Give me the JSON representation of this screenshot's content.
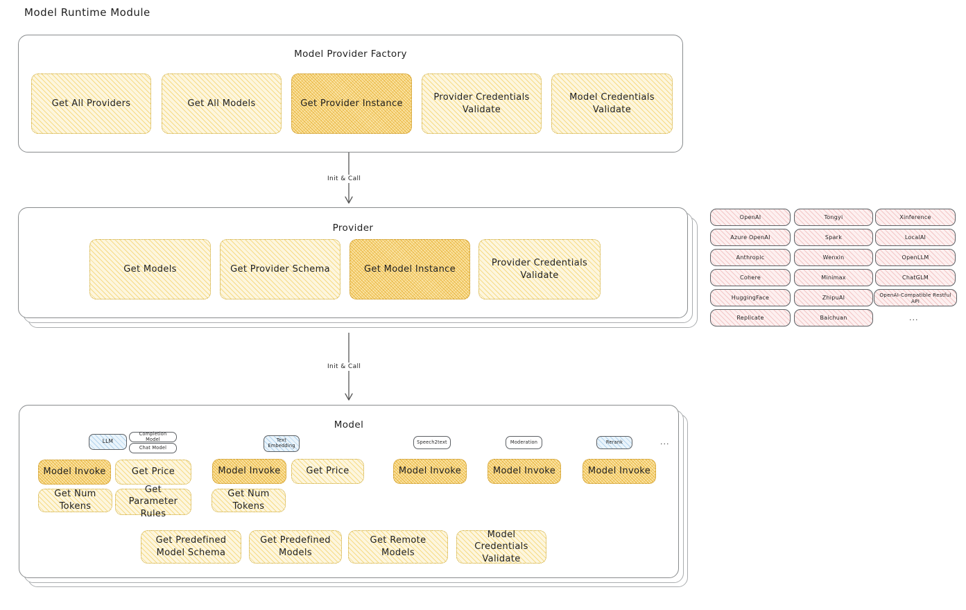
{
  "page": {
    "title": "Model Runtime Module"
  },
  "factory": {
    "title": "Model Provider Factory",
    "nodes": [
      {
        "label": "Get All Providers",
        "highlight": false
      },
      {
        "label": "Get All Models",
        "highlight": false
      },
      {
        "label": "Get Provider Instance",
        "highlight": true
      },
      {
        "label": "Provider Credentials Validate",
        "highlight": false
      },
      {
        "label": "Model Credentials Validate",
        "highlight": false
      }
    ]
  },
  "arrows": [
    {
      "label": "Init & Call"
    },
    {
      "label": "Init & Call"
    }
  ],
  "provider": {
    "title": "Provider",
    "nodes": [
      {
        "label": "Get Models",
        "highlight": false
      },
      {
        "label": "Get Provider Schema",
        "highlight": false
      },
      {
        "label": "Get Model Instance",
        "highlight": true
      },
      {
        "label": "Provider Credentials Validate",
        "highlight": false
      }
    ]
  },
  "provider_list": {
    "columns": [
      [
        "OpenAI",
        "Azure OpenAI",
        "Anthropic",
        "Cohere",
        "HuggingFace",
        "Replicate"
      ],
      [
        "Tongyi",
        "Spark",
        "Wenxin",
        "Minimax",
        "ZhipuAI",
        "Baichuan"
      ],
      [
        "Xinference",
        "LocalAI",
        "OpenLLM",
        "ChatGLM",
        "OpenAI-Compatible Restful API"
      ]
    ],
    "more": "..."
  },
  "model": {
    "title": "Model",
    "more": "...",
    "types": [
      {
        "badge": "LLM",
        "badge_style": "blue",
        "sub_badges": [
          "Completion Model",
          "Chat Model"
        ],
        "nodes": [
          {
            "label": "Model Invoke",
            "highlight": true
          },
          {
            "label": "Get Price",
            "highlight": false
          },
          {
            "label": "Get Num Tokens",
            "highlight": false
          },
          {
            "label": "Get Parameter Rules",
            "highlight": false
          }
        ]
      },
      {
        "badge": "Text Embedding",
        "badge_style": "blue",
        "sub_badges": [],
        "nodes": [
          {
            "label": "Model Invoke",
            "highlight": true
          },
          {
            "label": "Get Price",
            "highlight": false
          },
          {
            "label": "Get Num Tokens",
            "highlight": false
          }
        ]
      },
      {
        "badge": "Speech2text",
        "badge_style": "white",
        "sub_badges": [],
        "nodes": [
          {
            "label": "Model Invoke",
            "highlight": true
          }
        ]
      },
      {
        "badge": "Moderation",
        "badge_style": "white",
        "sub_badges": [],
        "nodes": [
          {
            "label": "Model Invoke",
            "highlight": true
          }
        ]
      },
      {
        "badge": "Rerank",
        "badge_style": "blue",
        "sub_badges": [],
        "nodes": [
          {
            "label": "Model Invoke",
            "highlight": true
          }
        ]
      }
    ],
    "common_nodes": [
      {
        "label": "Get Predefined Model Schema"
      },
      {
        "label": "Get Predefined Models"
      },
      {
        "label": "Get Remote Models"
      },
      {
        "label": "Model Credentials Validate"
      }
    ]
  },
  "colors": {
    "accent_yellow": "#fdf6de",
    "accent_yellow_strong": "#fbe6a8",
    "accent_pink": "#fdf0f0",
    "accent_blue": "#eaf4fb",
    "stroke": "#888b8d",
    "text": "#1e1e1e"
  }
}
